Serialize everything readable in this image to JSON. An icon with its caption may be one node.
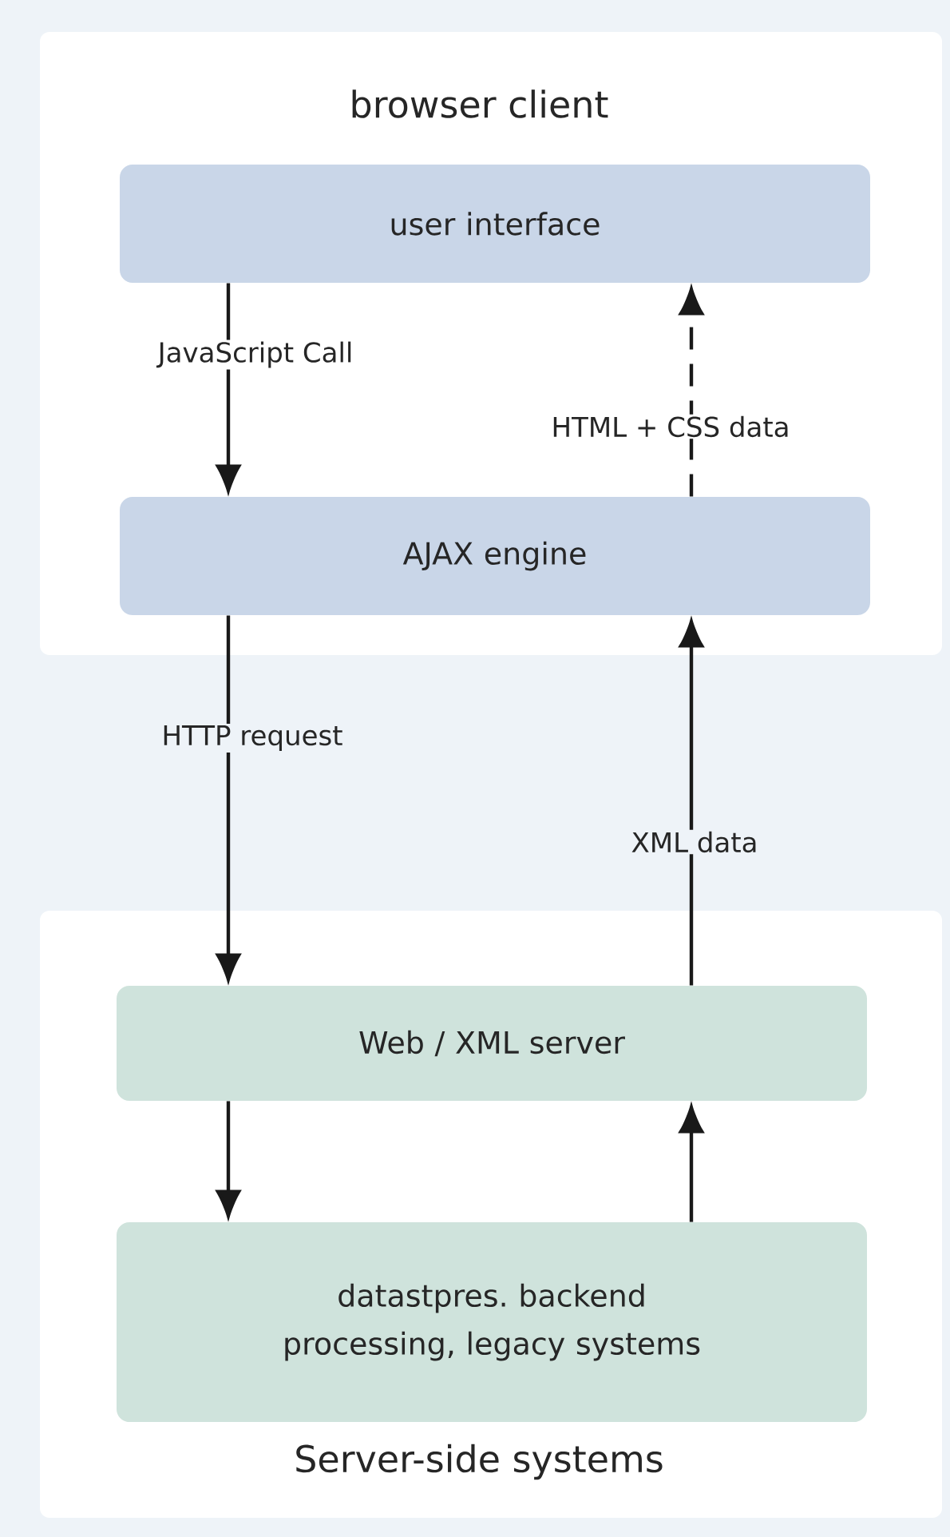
{
  "diagram": {
    "nodes": [
      {
        "text": [
          "browser client"
        ]
      },
      {
        "text": [
          "user interface"
        ],
        "in": 0
      },
      {
        "text": [
          "AJAX engine"
        ],
        "in": 0
      },
      {
        "text": [
          "Server-side systems"
        ]
      },
      {
        "text": [
          "Web / XML server"
        ],
        "in": 3
      },
      {
        "text": [
          "datastpres. backend processing, legacy systems"
        ],
        "in": 3
      }
    ],
    "edges": [
      {
        "from": 1,
        "to": 2,
        "arrow": "to",
        "label": "JavaScript Call"
      },
      {
        "from": 2,
        "to": 1,
        "arrow": "to",
        "label": "HTML + CSS data",
        "style": "dashed"
      },
      {
        "from": 2,
        "to": 4,
        "arrow": "to",
        "label": "HTTP request"
      },
      {
        "from": 4,
        "to": 2,
        "arrow": "to",
        "label": "XML data"
      },
      {
        "from": 4,
        "to": 5,
        "arrow": "to"
      },
      {
        "from": 5,
        "to": 4,
        "arrow": "to"
      }
    ]
  }
}
